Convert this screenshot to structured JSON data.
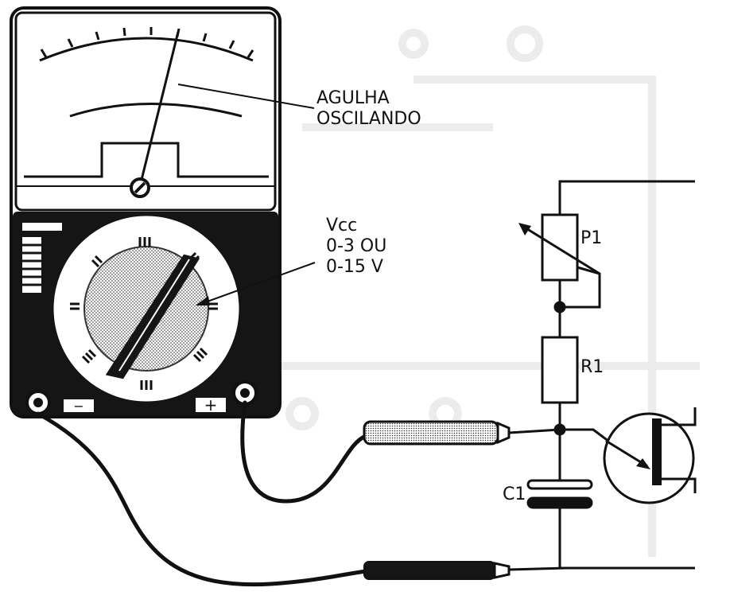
{
  "annotations": {
    "needle_line1": "AGULHA",
    "needle_line2": "OSCILANDO",
    "vcc_title": "Vcc",
    "vcc_range1": "0-3 OU",
    "vcc_range2": "0-15 V"
  },
  "components": {
    "potentiometer": "P1",
    "resistor": "R1",
    "capacitor": "C1"
  },
  "terminals": {
    "negative": "−",
    "positive": "+"
  },
  "colors": {
    "ink": "#111111",
    "paper": "#ffffff",
    "dial_stipple": "#9a9a9a",
    "ghost_pcb": "#ececec"
  }
}
